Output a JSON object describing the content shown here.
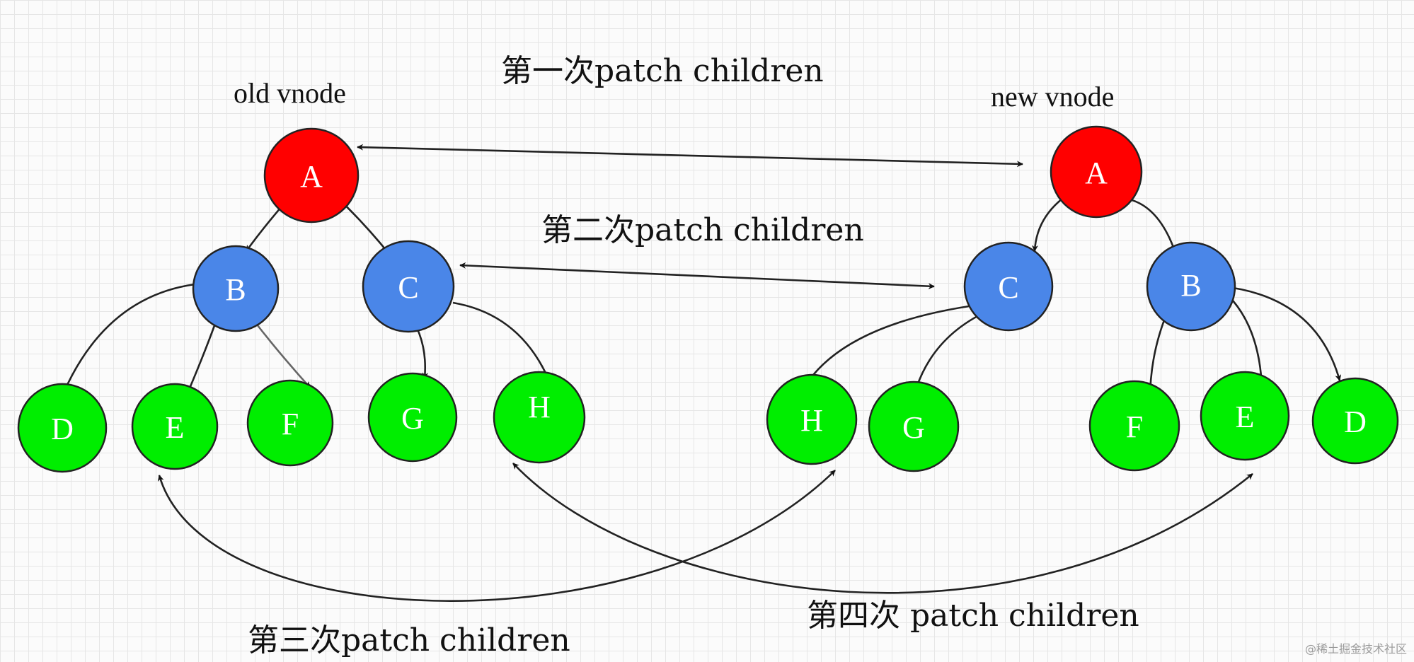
{
  "colors": {
    "root": "#ff0000",
    "internal": "#4a86e8",
    "leaf": "#00ee00",
    "stroke": "#222222"
  },
  "old_tree": {
    "caption": "old vnode",
    "root": "A",
    "children": [
      {
        "label": "B",
        "children": [
          "D",
          "E",
          "F"
        ]
      },
      {
        "label": "C",
        "children": [
          "G",
          "H"
        ]
      }
    ]
  },
  "new_tree": {
    "caption": "new vnode",
    "root": "A",
    "children": [
      {
        "label": "C",
        "children": [
          "H",
          "G"
        ]
      },
      {
        "label": "B",
        "children": [
          "F",
          "E",
          "D"
        ]
      }
    ]
  },
  "patches": [
    {
      "label": "第一次patch children",
      "from": "old A",
      "to": "new A"
    },
    {
      "label": "第二次patch children",
      "from": "old C",
      "to": "new C"
    },
    {
      "label": "第三次patch children",
      "from": "old E",
      "to": "new H"
    },
    {
      "label": "第四次 patch children",
      "from": "old H",
      "to": "new E"
    }
  ],
  "watermark": "@稀土掘金技术社区"
}
